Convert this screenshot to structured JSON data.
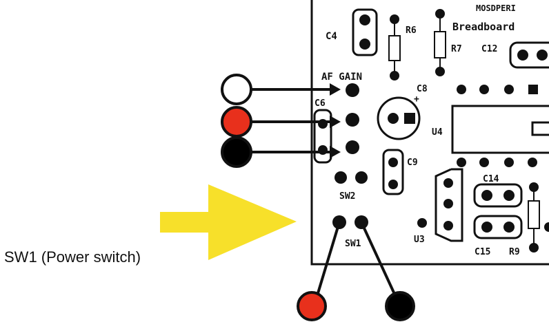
{
  "board": {
    "header_text": "MOSDPERI",
    "breadboard_label": "Breadboard",
    "labels": {
      "c4": "C4",
      "r6": "R6",
      "r7": "R7",
      "c12": "C12",
      "af_gain": "AF GAIN",
      "c8": "C8",
      "c8_polarity": "+",
      "c6": "C6",
      "u4": "U4",
      "c9": "C9",
      "sw2": "SW2",
      "c14": "C14",
      "sw1": "SW1",
      "u3": "U3",
      "c15": "C15",
      "r9": "R9"
    }
  },
  "caption": {
    "sw1": "SW1 (Power switch)"
  },
  "colors": {
    "wire_white": "#ffffff",
    "wire_red": "#e8301c",
    "wire_black": "#000000",
    "arrow_yellow": "#f7e02a",
    "pcb_ink": "#111111"
  }
}
